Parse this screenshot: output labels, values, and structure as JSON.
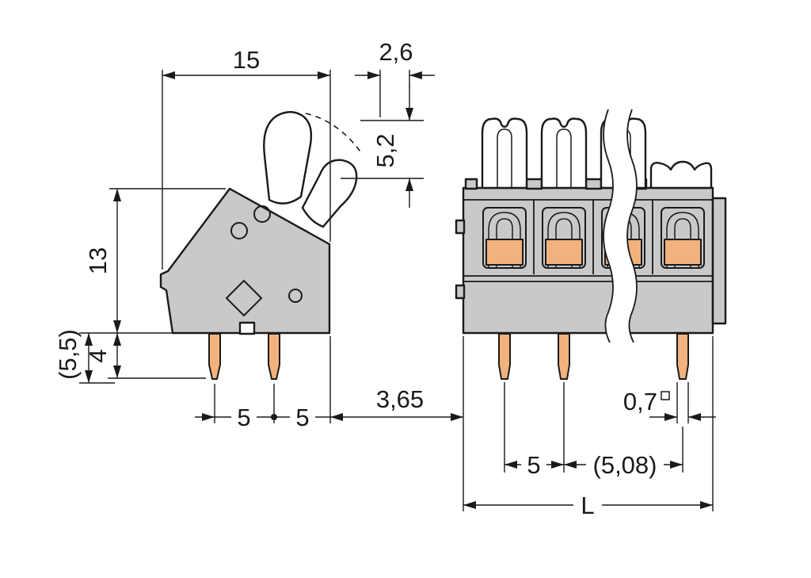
{
  "dim_labels": {
    "width_top": "15",
    "lever_tip_offset": "2,6",
    "lever_tip_height": "5,2",
    "body_height": "13",
    "pin_overall": "(5,5)",
    "pin_length": "4",
    "pitch_a": "5",
    "pitch_b": "5",
    "view_gap": "3,65",
    "pin_cross_section": "0,7",
    "pitch_front": "5",
    "pitch_front_alt": "(5,08)",
    "overall_length": "L"
  },
  "colors": {
    "body_gray": "#c9c9c9",
    "pin_orange": "#f2b27d",
    "line": "#1a1a1a",
    "background": "#ffffff"
  }
}
